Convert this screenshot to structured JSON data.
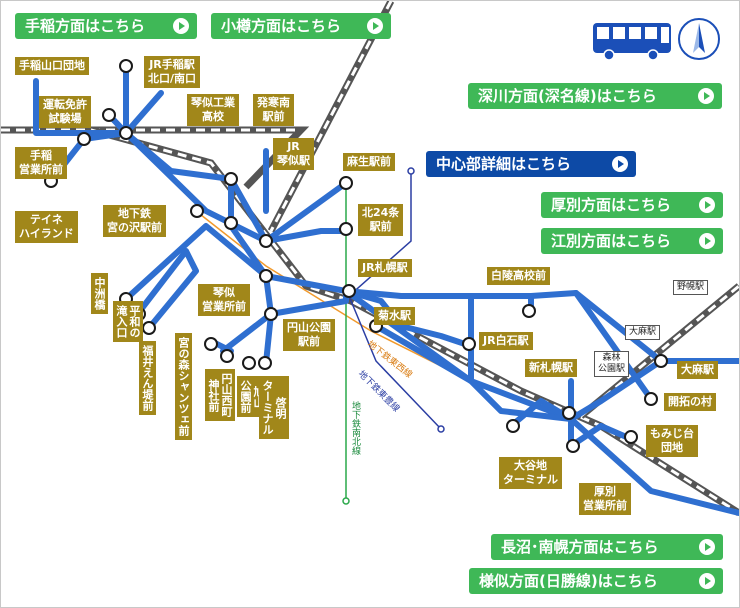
{
  "buttons": {
    "teine": "手稲方面はこちら",
    "otaru": "小樽方面はこちら",
    "fukagawa": "深川方面(深名線)はこちら",
    "center": "中心部詳細はこちら",
    "atsubetsu": "厚別方面はこちら",
    "ebetsu": "江別方面はこちら",
    "naganuma": "長沼･南幌方面はこちら",
    "samani": "様似方面(日勝線)はこちら"
  },
  "stops": {
    "teine_yamaguchi": "手稲山口団地",
    "jr_teine": "JR手稲駅\n北口/南口",
    "menkyo": "運転免許\n試験場",
    "kotoni_kogyo": "琴似工業\n高校",
    "hassamu_minami": "発寒南\n駅前",
    "jr_kotoni": "JR\n琴似駅",
    "teine_eigyosho": "手稲\n営業所前",
    "asabu": "麻生駅前",
    "teine_highland": "テイネ\nハイランド",
    "miyanosawa": "地下鉄\n宮の沢駅前",
    "kita24": "北24条\n駅前",
    "jr_sapporo": "JR札幌駅",
    "hakuryo": "白陵高校前",
    "nakanoshima": "中洲橋",
    "kotoni_eigyosho": "琴似\n営業所前",
    "heiwa": "平和の\n滝入口",
    "fukui": "福井えん堤前",
    "maruyama": "円山公園\n駅前",
    "kikusui": "菊水駅",
    "jr_shiroishi": "JR白石駅",
    "miyanomori": "宮の森シャンツェ前",
    "maruyama_nishi": "円山西町\n神社前",
    "asahiyama": "旭山\n公園前",
    "keimei": "啓明\nターミナル",
    "shin_sapporo": "新札幌駅",
    "oasa": "大麻駅",
    "kaitaku": "開拓の村",
    "moriyamadai": "もみじ台\n団地",
    "oyachi": "大谷地\nターミナル",
    "atsubetsu_eigyosho": "厚別\n営業所前"
  },
  "tags": {
    "nopporo": "野幌駅",
    "oasa_station": "大麻駅",
    "shinrin": "森林\n公園駅"
  },
  "subway": {
    "tozai": "地下鉄東西線",
    "toho": "地下鉄東豊線",
    "namboku": "地下鉄南北線"
  },
  "colors": {
    "bus_route": "#2f6fd0",
    "button_green": "#3fb857",
    "button_blue": "#0d4aa6",
    "stop_label": "#a1871a",
    "tozai_line": "#f19a2d",
    "toho_line": "#2b3ea3",
    "namboku_line": "#2aa84a"
  },
  "icons": [
    "bus-icon",
    "compass-north-icon"
  ]
}
